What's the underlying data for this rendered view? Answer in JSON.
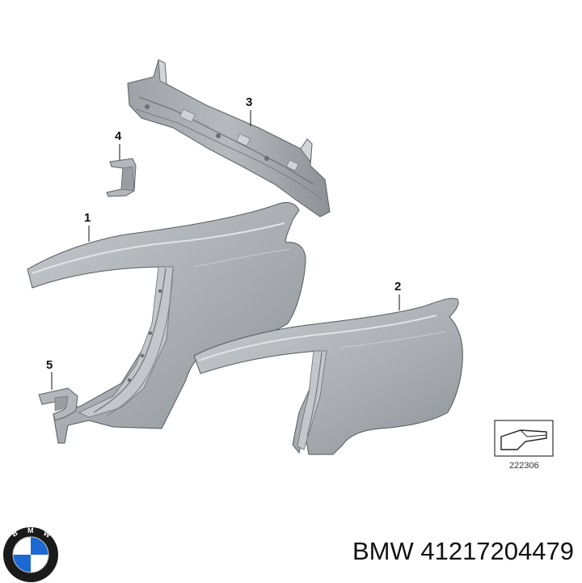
{
  "callouts": {
    "p1": "1",
    "p2": "2",
    "p3": "3",
    "p4": "4",
    "p5": "5"
  },
  "reference_number": "222306",
  "brand": "BMW",
  "part_number": "41217204479",
  "logo": {
    "name": "bmw-roundel",
    "text": "BMW",
    "colors": {
      "blue": "#1c69d4",
      "white": "#ffffff",
      "ring": "#1a1a1a"
    }
  },
  "colors": {
    "panel": "#a9adb3",
    "panel_dark": "#7f848a",
    "panel_light": "#c9ccd0",
    "outline": "#55595e"
  }
}
